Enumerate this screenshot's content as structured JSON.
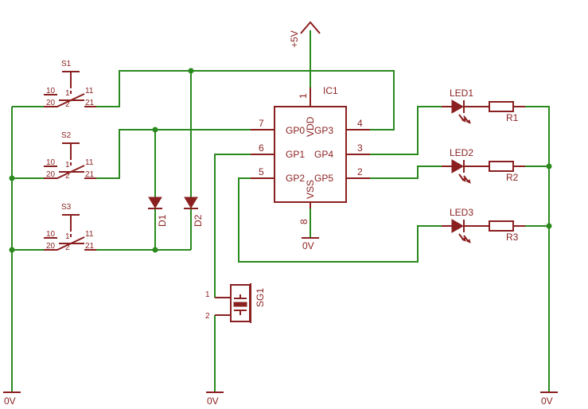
{
  "supply_label": "+5V",
  "ground_label": "0V",
  "ic": {
    "name": "IC1",
    "pins": {
      "vdd": "1",
      "gp0": "7",
      "gp1": "6",
      "gp2": "5",
      "gp3": "4",
      "gp4": "3",
      "gp5": "2",
      "vss": "8"
    },
    "pin_labels": {
      "gp0": "GP0",
      "gp1": "GP1",
      "gp2": "GP2",
      "gp3": "GP3",
      "gp4": "GP4",
      "gp5": "GP5",
      "vdd": "VDD",
      "vss": "VSS"
    }
  },
  "switches": [
    {
      "name": "S1",
      "p10": "10",
      "p11": "11",
      "p20": "20",
      "p21": "21",
      "mid1": "1",
      "mid2": "2"
    },
    {
      "name": "S2",
      "p10": "10",
      "p11": "11",
      "p20": "20",
      "p21": "21",
      "mid1": "1",
      "mid2": "2"
    },
    {
      "name": "S3",
      "p10": "10",
      "p11": "11",
      "p20": "20",
      "p21": "21",
      "mid1": "1",
      "mid2": "2"
    }
  ],
  "diodes": [
    "D1",
    "D2"
  ],
  "leds": [
    "LED1",
    "LED2",
    "LED3"
  ],
  "resistors": [
    "R1",
    "R2",
    "R3"
  ],
  "buzzer": {
    "name": "SG1",
    "pin1": "1",
    "pin2": "2"
  }
}
